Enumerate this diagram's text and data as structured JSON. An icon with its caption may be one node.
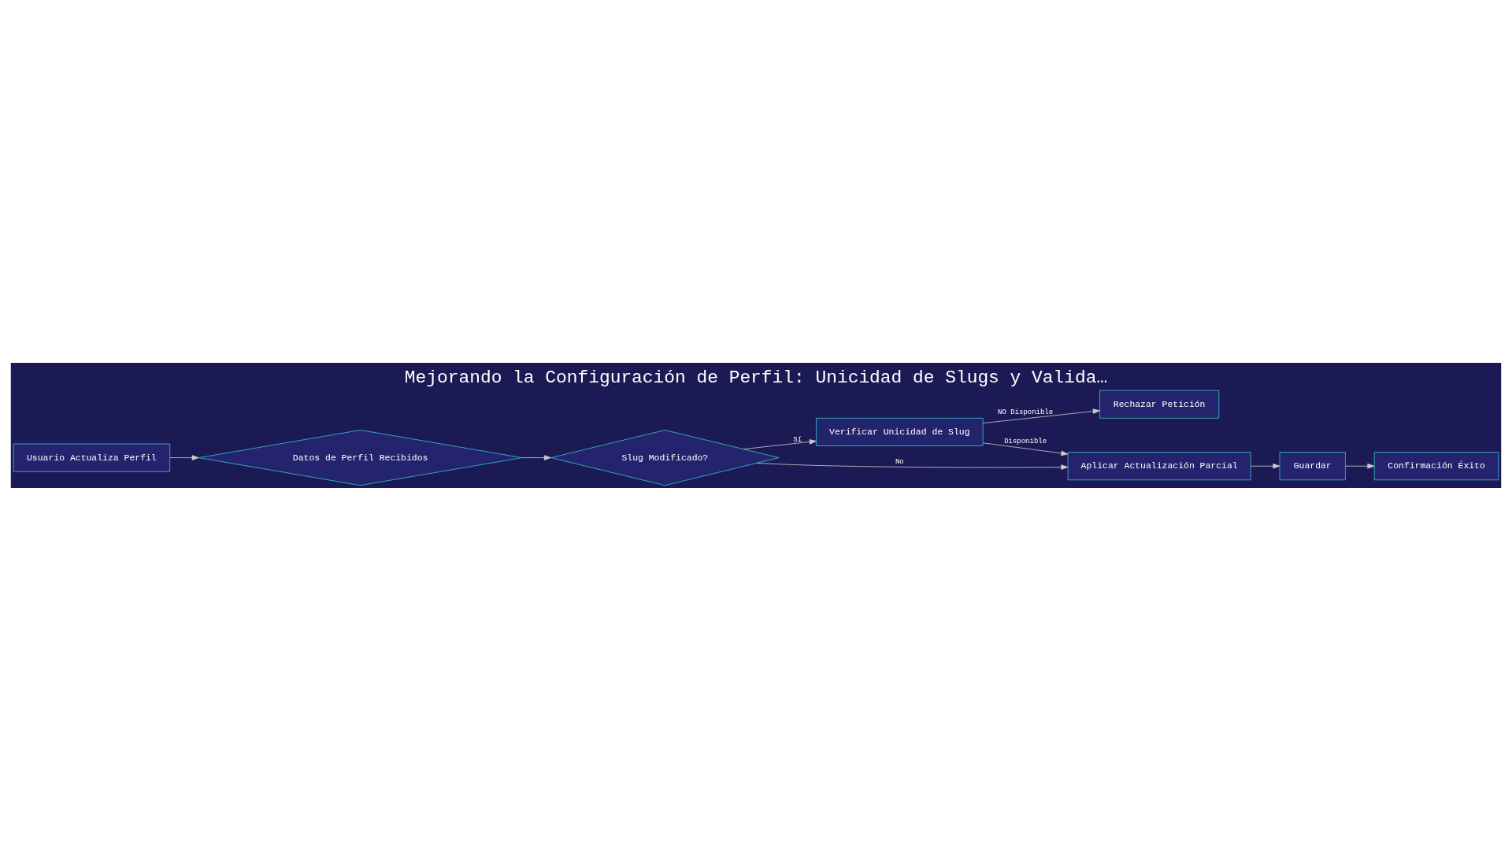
{
  "diagram": {
    "title": "Mejorando la Configuración de Perfil: Unicidad de Slugs y Valida…",
    "nodes": [
      {
        "text": [
          "Usuario Actualiza Perfil"
        ]
      },
      {
        "text": [
          "Datos de Perfil Recibidos"
        ]
      },
      {
        "text": [
          "Slug Modificado?"
        ]
      },
      {
        "text": [
          "Verificar Unicidad de Slug"
        ]
      },
      {
        "text": [
          "Aplicar Actualización Parcial"
        ]
      },
      {
        "text": [
          "Guardar"
        ]
      },
      {
        "text": [
          "Confirmación Éxito"
        ]
      },
      {
        "text": [
          "Rechazar Petición"
        ]
      }
    ],
    "edges": [
      {
        "from": 0,
        "to": 1,
        "arrow": "to"
      },
      {
        "from": 1,
        "to": 2,
        "arrow": "to"
      },
      {
        "from": 2,
        "to": 4,
        "arrow": "to",
        "label": "No"
      },
      {
        "from": 2,
        "to": 3,
        "arrow": "to",
        "label": "Sí"
      },
      {
        "from": 3,
        "to": 4,
        "arrow": "to",
        "label": "Disponible"
      },
      {
        "from": 3,
        "to": 7,
        "arrow": "to",
        "label": "NO Disponible"
      },
      {
        "from": 4,
        "to": 5,
        "arrow": "to"
      },
      {
        "from": 5,
        "to": 6,
        "arrow": "to"
      }
    ]
  }
}
